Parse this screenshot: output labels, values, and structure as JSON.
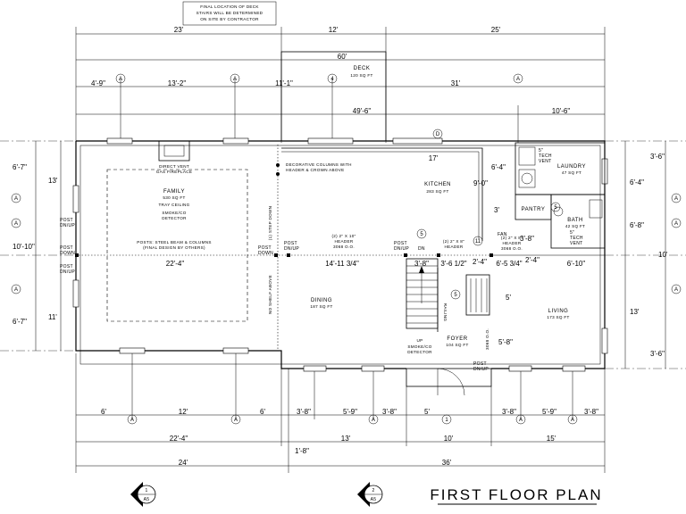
{
  "notes": {
    "deck_note": [
      "FINAL LOCATION OF DECK",
      "STAIRS WILL BE DETERMINED",
      "ON SITE BY CONTRACTOR"
    ],
    "fireplace": [
      "DIRECT VENT",
      "GAS FIREPLACE"
    ],
    "columns": [
      "DECORATIVE COLUMNS WITH",
      "HEADER & CROWN ABOVE"
    ],
    "post_note": [
      "POSTS: STEEL BEAM & COLUMNS",
      "(FINAL DESIGN BY OTHERS)"
    ],
    "step_down": "(1) STEP DOWN",
    "no_shelf": "NO SHELF ABOVE",
    "header_1": [
      "(2) 2\" X 10\"",
      "HEADER",
      "3068 O.O."
    ],
    "header_2": [
      "(2) 2\" X 8\"",
      "HEADER"
    ],
    "header_3": [
      "(2) 2\" X 8\"",
      "HEADER",
      "3068 O.O."
    ],
    "smoke": [
      "SMOKE/CO",
      "DETECTOR"
    ],
    "smoke_foyer": [
      "UP",
      "SMOKE/CO",
      "DETECTOR"
    ],
    "railing": "RAILING",
    "door_tag": "3068 O.O.",
    "vent_1": [
      "5\"",
      "TECH",
      "VENT"
    ],
    "vent_2": [
      "5\"",
      "TECH",
      "VENT"
    ],
    "dn": "DN",
    "fan": "FAN"
  },
  "post_labels": {
    "post_dn_up": [
      "POST",
      "DN/UP"
    ],
    "post_down": [
      "POST",
      "DOWN"
    ]
  },
  "rooms": {
    "deck": {
      "name": "DECK",
      "area": "120 SQ FT"
    },
    "family": {
      "name": "FAMILY",
      "area": "530 SQ FT",
      "extra": "TRAY CEILING"
    },
    "kitchen": {
      "name": "KITCHEN",
      "area": "283 SQ FT"
    },
    "laundry": {
      "name": "LAUNDRY",
      "area": "47 SQ FT"
    },
    "pantry": {
      "name": "PANTRY"
    },
    "bath": {
      "name": "BATH",
      "area": "42 SQ FT"
    },
    "dining": {
      "name": "DINING",
      "area": "187 SQ FT"
    },
    "foyer": {
      "name": "FOYER",
      "area": "104 SQ FT"
    },
    "living": {
      "name": "LIVING",
      "area": "173 SQ FT"
    }
  },
  "dimensions": {
    "top_overall": [
      "23'",
      "12'",
      "25'"
    ],
    "deck_width": "60'",
    "top_row": [
      "4'-9\"",
      "13'-2\"",
      "11'-1\"",
      "31'"
    ],
    "mid_top": "49'-6\"",
    "mid_top_right": "10'-6\"",
    "kitchen_run": "17'",
    "left_stack": [
      "6'-7\"",
      "13'",
      "10'-10\"",
      "11'",
      "6'-7\""
    ],
    "right_stack": [
      "3'-6\"",
      "6'-4\"",
      "6'-8\"",
      "10'",
      "13'",
      "3'-6\""
    ],
    "interior": [
      "22'-4\"",
      "14'-11 3/4\"",
      "3'-8\"",
      "3'-6 1/2\"",
      "2'-4\"",
      "6'-5 3/4\"",
      "2'-4\"",
      "6'-10\"",
      "6'-4\"",
      "9'-0\"",
      "3'",
      "3'-8\"",
      "5'",
      "5'-8\""
    ],
    "bottom_row": [
      "6'",
      "12'",
      "6'",
      "3'-8\"",
      "5'-9\"",
      "3'-8\"",
      "5'",
      "3'-8\"",
      "5'-9\"",
      "3'-8\""
    ],
    "bottom_mid": [
      "22'-4\"",
      "13'",
      "10'",
      "15'"
    ],
    "bottom_overall": [
      "24'",
      "36'"
    ],
    "porch": "1'-8\""
  },
  "grid_bubbles": {
    "top": [
      "A",
      "A",
      "4",
      "A"
    ],
    "top2": "D",
    "left": [
      "A",
      "A",
      "A"
    ],
    "right": [
      "A",
      "A",
      "A"
    ],
    "bottom": [
      "A",
      "A",
      "A",
      "1",
      "A",
      "A"
    ],
    "interior": [
      "5",
      "11",
      "5",
      "5"
    ]
  },
  "section_markers": [
    {
      "label": "1",
      "ref": "A5"
    },
    {
      "label": "2",
      "ref": "A5"
    }
  ],
  "title": "FIRST FLOOR PLAN"
}
